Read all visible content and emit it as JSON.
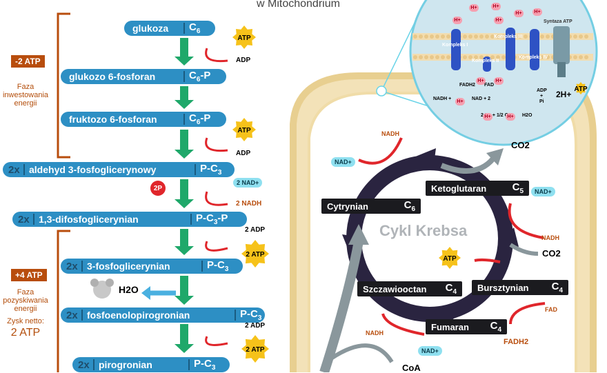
{
  "title_fragment": "w  Mitochondrium",
  "glycolysis": {
    "molecules": [
      {
        "mult": "",
        "name": "glukoza",
        "code": "C",
        "sub": "6",
        "suffix": ""
      },
      {
        "mult": "",
        "name": "glukozo 6-fosforan",
        "code": "C",
        "sub": "6",
        "suffix": "-P"
      },
      {
        "mult": "",
        "name": "fruktozo 6-fosforan",
        "code": "C",
        "sub": "6",
        "suffix": "-P"
      },
      {
        "mult": "2x",
        "name": "aldehyd 3-fosfoglicerynowy",
        "code": "P-C",
        "sub": "3",
        "suffix": ""
      },
      {
        "mult": "2x",
        "name": "1,3-difosfoglicerynian",
        "code": "P-C",
        "sub": "3",
        "suffix": "-P"
      },
      {
        "mult": "2x",
        "name": "3-fosfoglicerynian",
        "code": "P-C",
        "sub": "3",
        "suffix": ""
      },
      {
        "mult": "2x",
        "name": "fosfoenolopirogronian",
        "code": "P-C",
        "sub": "3",
        "suffix": ""
      },
      {
        "mult": "2x",
        "name": "pirogronian",
        "code": "P-C",
        "sub": "3",
        "suffix": ""
      }
    ],
    "inputs": {
      "atp1": "ATP",
      "adp1": "ADP",
      "atp2": "ATP",
      "adp2": "ADP",
      "p2": "2P",
      "nad2": "2 NAD+",
      "nadh2": "2 NADH",
      "adp3": "2 ADP",
      "atp3": "2 ATP",
      "h2o": "H2O",
      "adp4": "2 ADP",
      "atp4": "2 ATP"
    },
    "phase1": {
      "badge": "-2 ATP",
      "label": "Faza inwestowania energii"
    },
    "phase2": {
      "badge": "+4 ATP",
      "label": "Faza pozyskiwania energii",
      "net_label": "Zysk netto:",
      "net_value": "2 ATP"
    }
  },
  "krebs": {
    "title": "Cykl Krebsa",
    "boxes": [
      {
        "name": "Cytrynian",
        "code": "C",
        "sub": "6"
      },
      {
        "name": "Ketoglutaran",
        "code": "C",
        "sub": "5"
      },
      {
        "name": "Bursztynian",
        "code": "C",
        "sub": "4"
      },
      {
        "name": "Fumaran",
        "code": "C",
        "sub": "4"
      },
      {
        "name": "Szczawiooctan",
        "code": "C",
        "sub": "4"
      }
    ],
    "labels": {
      "nad_a": "NAD+",
      "nadh_a": "NADH",
      "co2_a": "CO2",
      "nad_b": "NAD+",
      "nadh_b": "NADH",
      "co2_b": "CO2",
      "atp": "ATP",
      "fad": "FAD",
      "fadh2": "FADH2",
      "nad_c": "NAD+",
      "nadh_c": "NADH",
      "coa": "CoA"
    }
  },
  "etc": {
    "complex1": "Kompleks I",
    "complex2": "Kompleks II",
    "complex3": "Kompleks III",
    "complex4": "Kompleks IV",
    "synthase": "Syntaza ATP",
    "hplus": "H+",
    "fadh2": "FADH2",
    "fad": "FAD",
    "nadh_eq": "NADH +",
    "nad_eq": "NAD + 2",
    "water_left": "2 H+ + 1/2 O2",
    "water_right": "H2O",
    "adp": "ADP",
    "plus": "+",
    "pi": "Pi",
    "two_h": "2H+",
    "atp": "ATP"
  },
  "colors": {
    "pill": "#2d8fc4",
    "arrow_green": "#1fa86a",
    "red": "#e0262b",
    "brown": "#b84d0d",
    "atp_star": "#f6c21a",
    "nad": "#8fe0f0",
    "krebs_dark": "#2a2440"
  }
}
